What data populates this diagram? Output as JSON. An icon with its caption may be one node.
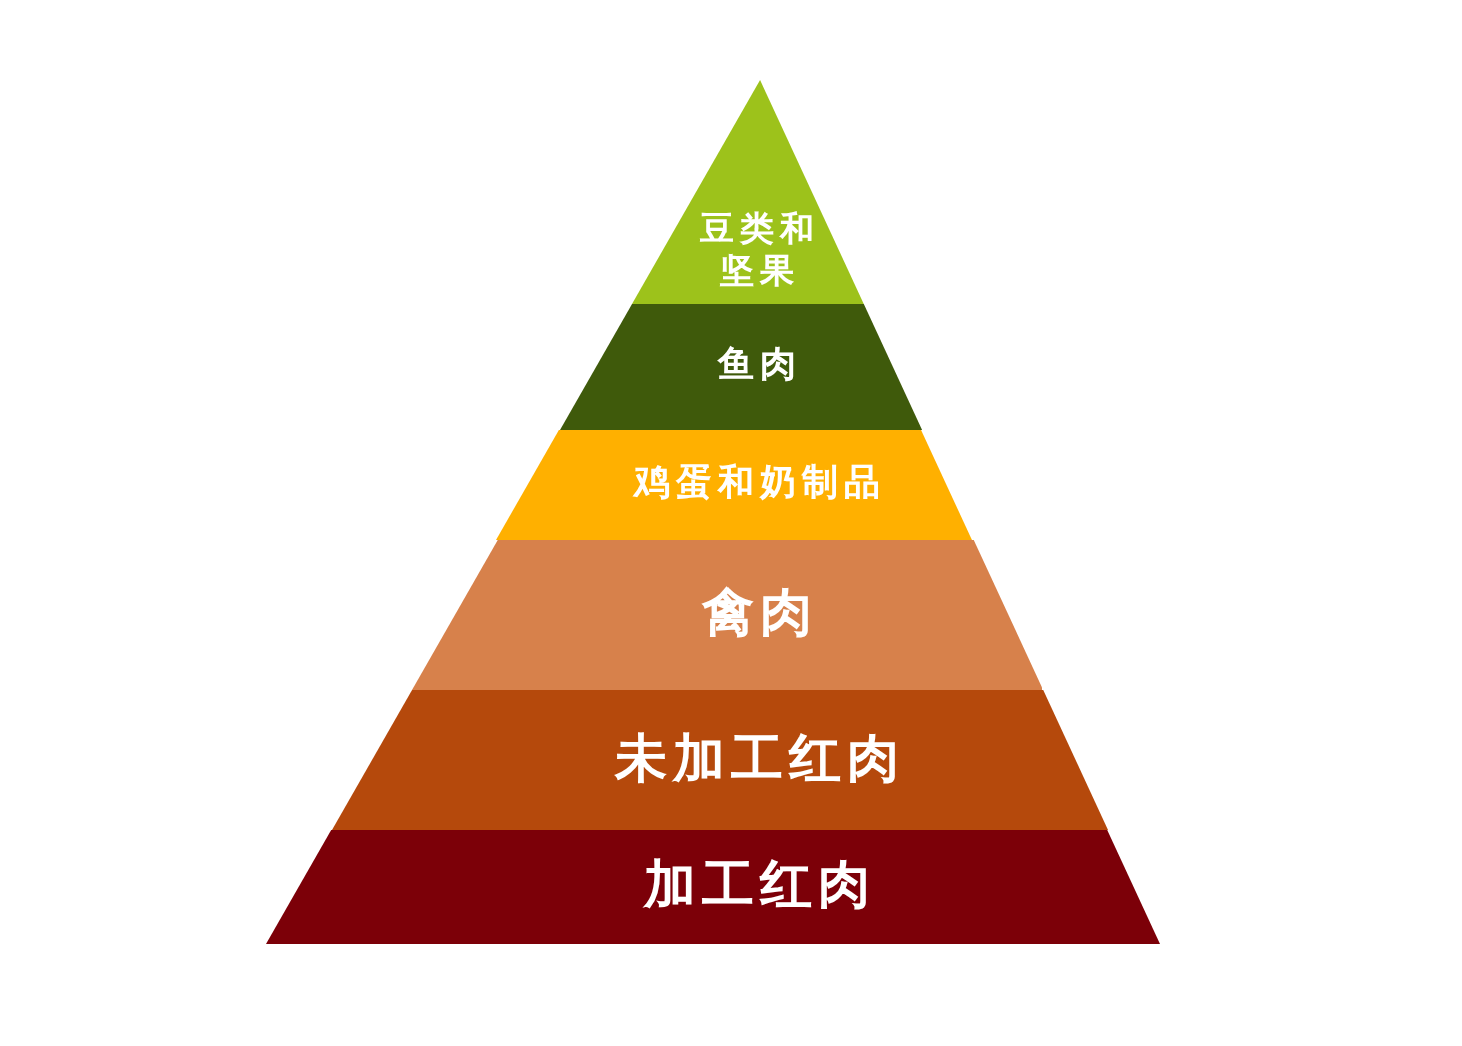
{
  "diagram": {
    "nodes": [
      {
        "text": [
          "豆类和坚果"
        ]
      },
      {
        "text": [
          "鱼肉"
        ]
      },
      {
        "text": [
          "鸡蛋和奶制品"
        ]
      },
      {
        "text": [
          "禽肉"
        ]
      },
      {
        "text": [
          "未加工红肉"
        ]
      },
      {
        "text": [
          "加工红肉"
        ]
      }
    ]
  }
}
